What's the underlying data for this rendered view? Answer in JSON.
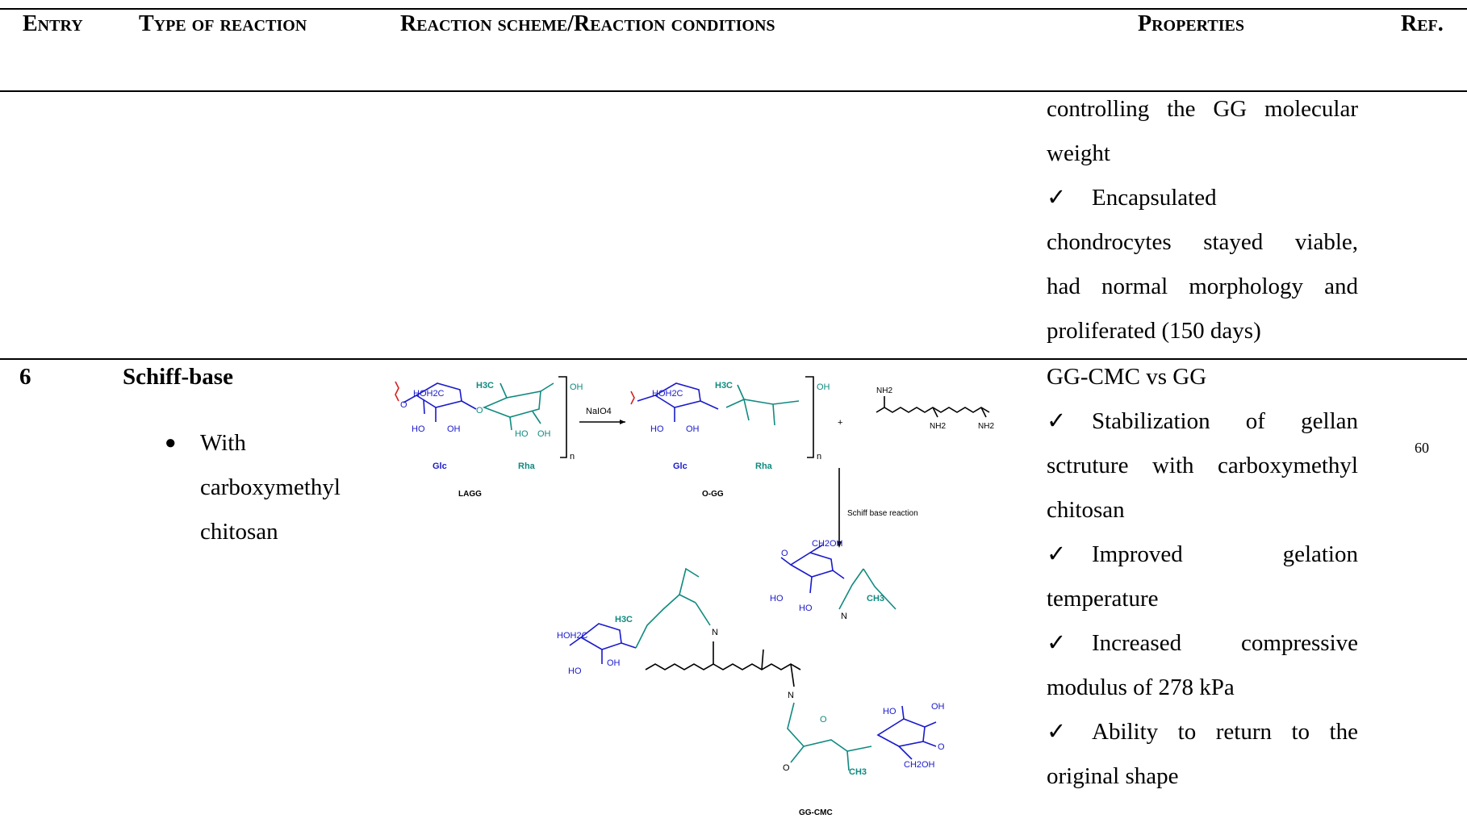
{
  "header": {
    "entry": "Entry",
    "type": "Type of reaction",
    "scheme": "Reaction scheme/Reaction conditions",
    "properties": "Properties",
    "ref": "Ref."
  },
  "continued_row": {
    "properties": [
      "controlling the GG molecular",
      "weight",
      "Encapsulated",
      "chondrocytes stayed viable,",
      "had normal morphology and",
      "proliferated (150 days)"
    ]
  },
  "row6": {
    "entry": "6",
    "type": "Schiff-base",
    "bullet_lines": [
      "With",
      "carboxymethyl",
      "chitosan"
    ],
    "ref": "60",
    "properties_heading": "GG-CMC vs GG",
    "properties": [
      [
        "Stabilization of gellan",
        "sctruture with carboxymethyl",
        "chitosan"
      ],
      [
        "Improved gelation",
        "temperature"
      ],
      [
        "Increased compressive",
        "modulus of 278 kPa"
      ],
      [
        "Ability to return to the",
        "original shape"
      ]
    ],
    "scheme": {
      "reagent": "NaIO4",
      "step_label": "Schiff base reaction",
      "label_lagg": "LAGG",
      "label_ogg": "O-GG",
      "label_product": "GG-CMC",
      "label_glc": "Glc",
      "label_rha": "Rha",
      "plus": "+",
      "n": "n",
      "oh": "OH",
      "ho": "HO",
      "o": "O",
      "n_atom": "N",
      "hoh2c": "HOH2C",
      "h3c": "H3C",
      "ch3": "CH3",
      "ch2oh": "CH2OH",
      "nh2": "NH2"
    }
  },
  "colors": {
    "blue": "#1a1acc",
    "teal": "#108a80",
    "red": "#d62020",
    "text": "#000000"
  }
}
